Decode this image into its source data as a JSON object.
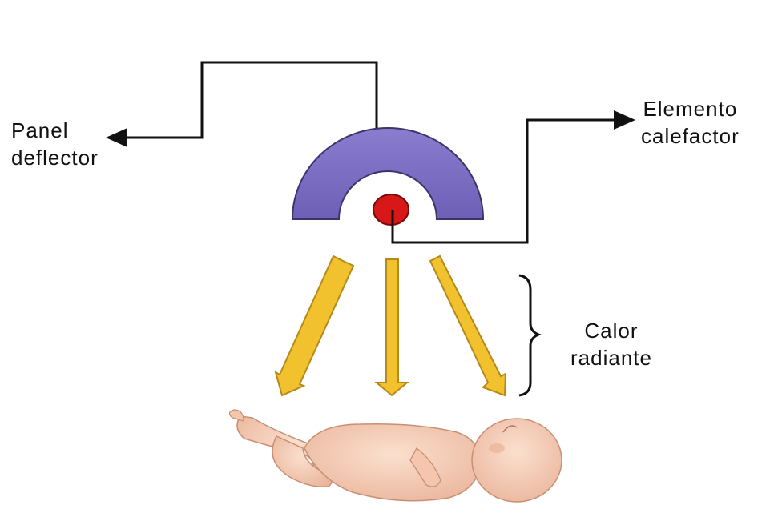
{
  "labels": {
    "panel_line1": "Panel",
    "panel_line2": "deflector",
    "element_line1": "Elemento",
    "element_line2": "calefactor",
    "heat_line1": "Calor",
    "heat_line2": "radiante"
  },
  "colors": {
    "deflector": "#7a6cc0",
    "heater": "#d81818",
    "arrows": "#f2c12e",
    "arrow_outline": "#b5891a",
    "skin": "#f6cdb4",
    "lines": "#111111"
  }
}
